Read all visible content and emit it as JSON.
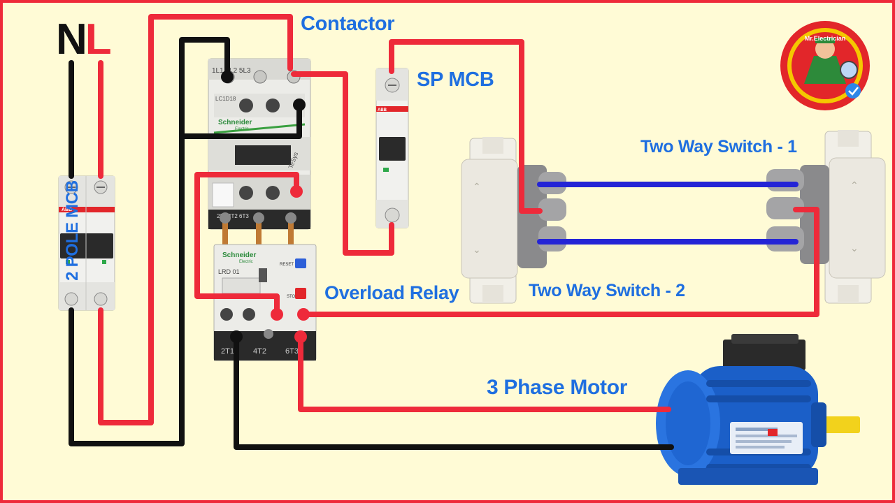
{
  "labels": {
    "neutral": "N",
    "live": "L",
    "contactor": "Contactor",
    "sp_mcb": "SP MCB",
    "two_pole_mcb": "2 POLE MCB",
    "overload_relay": "Overload Relay",
    "two_way_switch_1": "Two Way Switch - 1",
    "two_way_switch_2": "Two Way Switch - 2",
    "motor": "3 Phase Motor"
  },
  "devices": {
    "brand": "Schneider",
    "brand_sub": "Electric",
    "mcb_brand": "ABB",
    "contactor_model": "LC1D18",
    "contactor_series": "TeSys",
    "relay_model": "LRD 01",
    "relay_reset": "RESET",
    "relay_stop": "STOP",
    "relay_terminals": [
      "2T1",
      "4T2",
      "6T3"
    ]
  },
  "logo": {
    "text": "Mr.Electrician"
  },
  "colors": {
    "background": "#fffbd6",
    "frame": "#ee2a3a",
    "live_wire": "#ee2a3a",
    "neutral_wire": "#111111",
    "traveler_wire": "#2424d6",
    "label": "#1f6fe0"
  }
}
